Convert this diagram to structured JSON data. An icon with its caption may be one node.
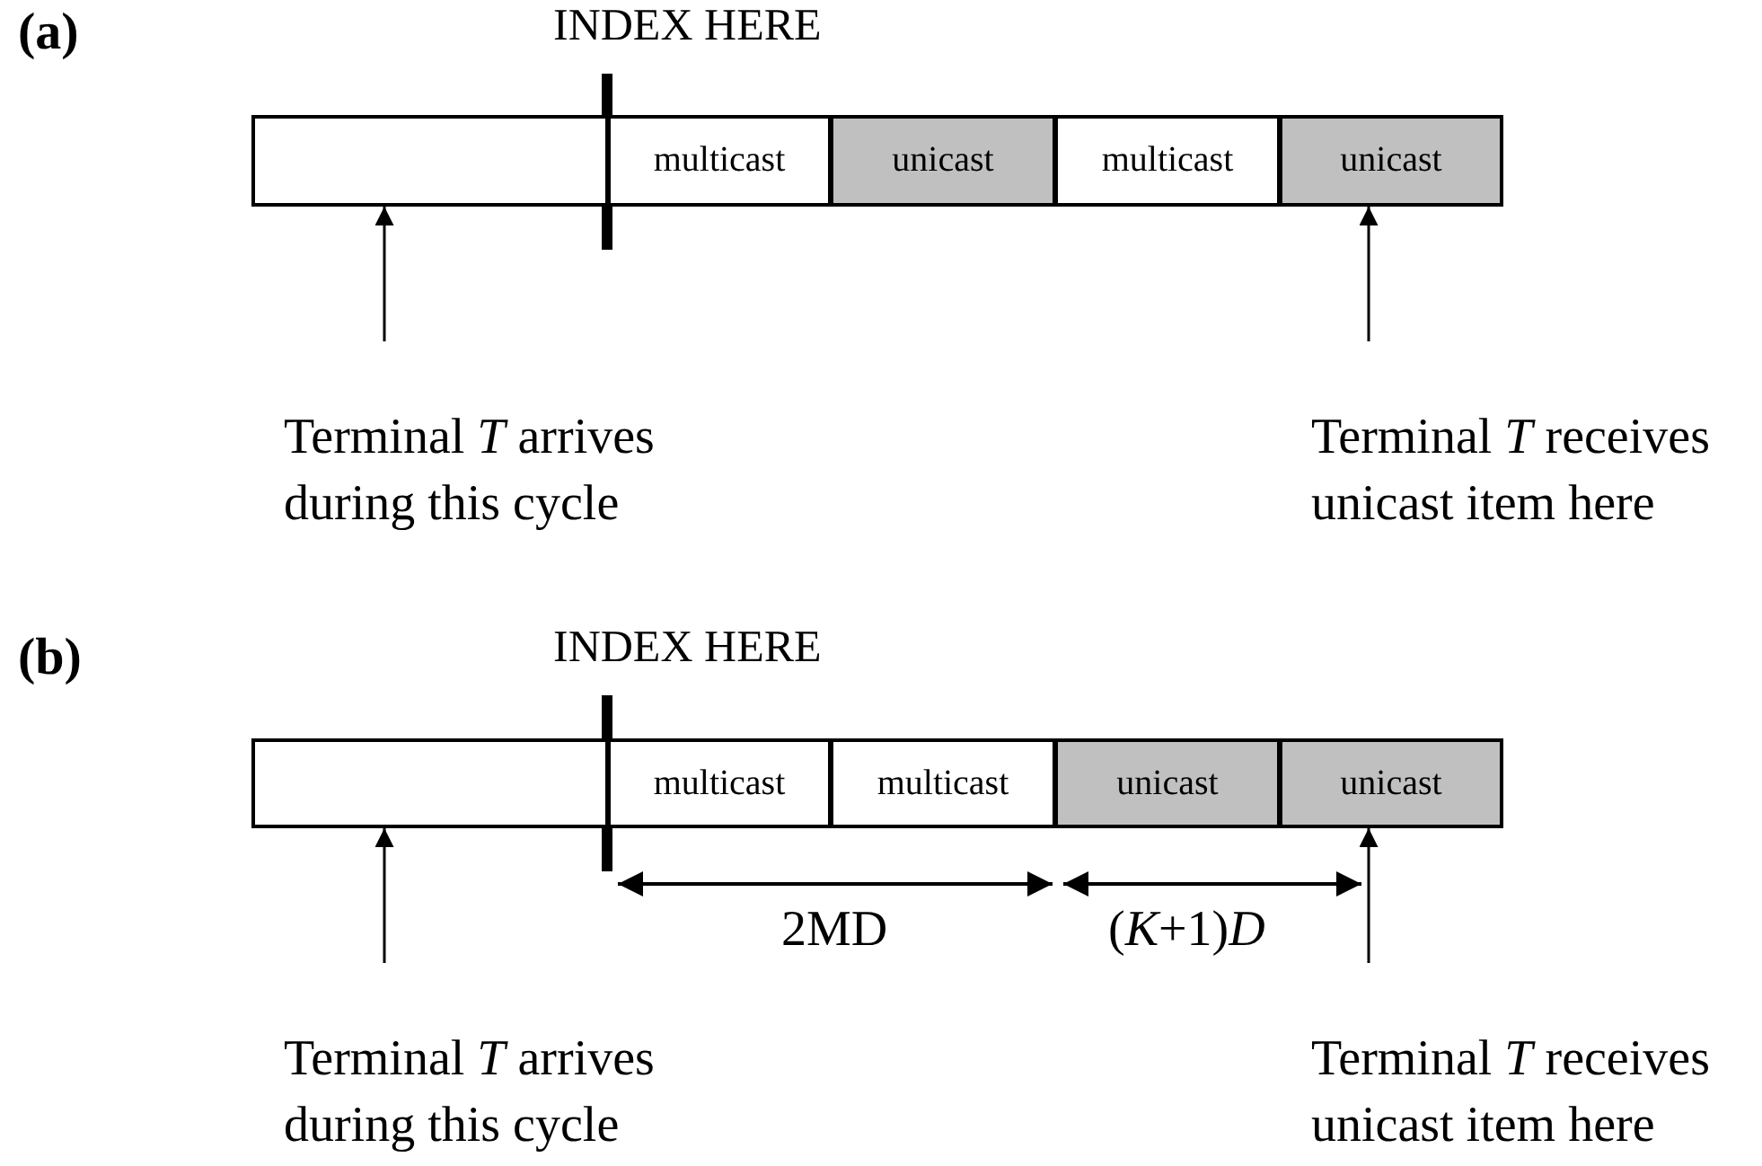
{
  "diagram": {
    "nodes": [
      {
        "text": [],
        "shape": "box"
      },
      {
        "text": [
          "multicast"
        ]
      },
      {
        "text": [
          "unicast"
        ]
      },
      {
        "text": [
          "multicast"
        ]
      },
      {
        "text": [
          "unicast"
        ]
      },
      {
        "text": [
          "Terminal *T* arrives during this cycle"
        ]
      },
      {
        "text": [
          "Terminal *T* receives unicast item here"
        ]
      },
      {
        "text": [],
        "shape": "box"
      },
      {
        "text": [
          "multicast"
        ]
      },
      {
        "text": [
          "multicast"
        ]
      },
      {
        "text": [
          "unicast"
        ]
      },
      {
        "text": [
          "unicast"
        ]
      },
      {
        "text": [
          "Terminal *T* arrives during this cycle"
        ]
      },
      {
        "text": [
          "Terminal *T* receives unicast item here"
        ]
      }
    ],
    "edges": [
      {
        "from": 5,
        "to": 0,
        "arrow": "to"
      },
      {
        "from": 6,
        "to": 4,
        "arrow": "to"
      },
      {
        "from": 12,
        "to": 7,
        "arrow": "to"
      },
      {
        "from": 13,
        "to": 11,
        "arrow": "to"
      }
    ],
    "labels": [
      "(a)",
      "INDEX HERE",
      "(b)",
      "INDEX HERE",
      "2MD",
      "(*K*+1)*D*"
    ]
  }
}
